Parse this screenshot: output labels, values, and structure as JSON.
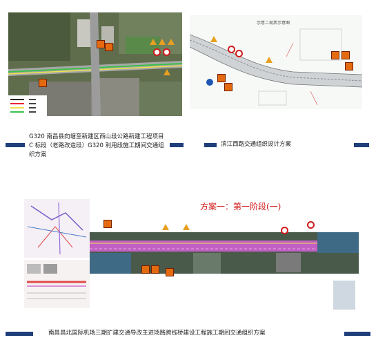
{
  "captions": {
    "c1": "G320 南昌县向塘至新建区西山段公路新建工程项目 C 标段（老路改造段）G320 利用段施工期间交通组织方案",
    "c2": "滨江西路交通组织设计方案",
    "c3": "南昌昌北国际机场三期扩建交通导改主进场路跨线桥建设工程施工期间交通组织方案"
  },
  "panel2": {
    "title": "示意二现状示意图"
  },
  "panel3": {
    "title": "方案一：第一阶段(一)"
  },
  "colors": {
    "accent_blue": "#1f3f7a",
    "title_red": "#d21a1a",
    "road_magenta": "#c25fc4"
  }
}
